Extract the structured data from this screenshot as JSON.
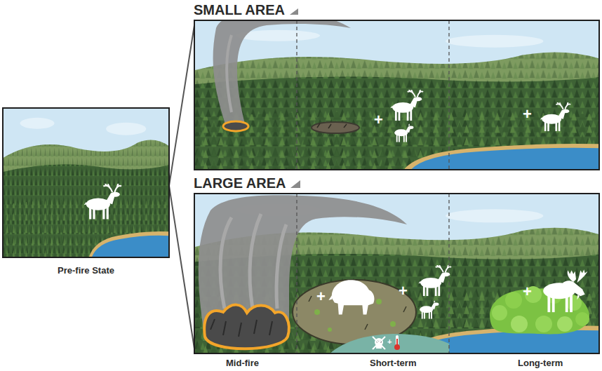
{
  "diagram": {
    "nodes": [
      {
        "text": [
          "Pre-fire State"
        ]
      },
      {
        "text": [
          "SMALL AREA"
        ]
      },
      {
        "text": [
          "LARGE AREA"
        ]
      }
    ],
    "edges": [
      {
        "from": 0,
        "to": 1,
        "arrow": "none"
      },
      {
        "from": 0,
        "to": 2,
        "arrow": "none"
      }
    ],
    "labels": [
      "Mid-fire",
      "Short-term",
      "Long-term",
      "+",
      "+",
      "+",
      "+",
      "+",
      "+"
    ]
  }
}
